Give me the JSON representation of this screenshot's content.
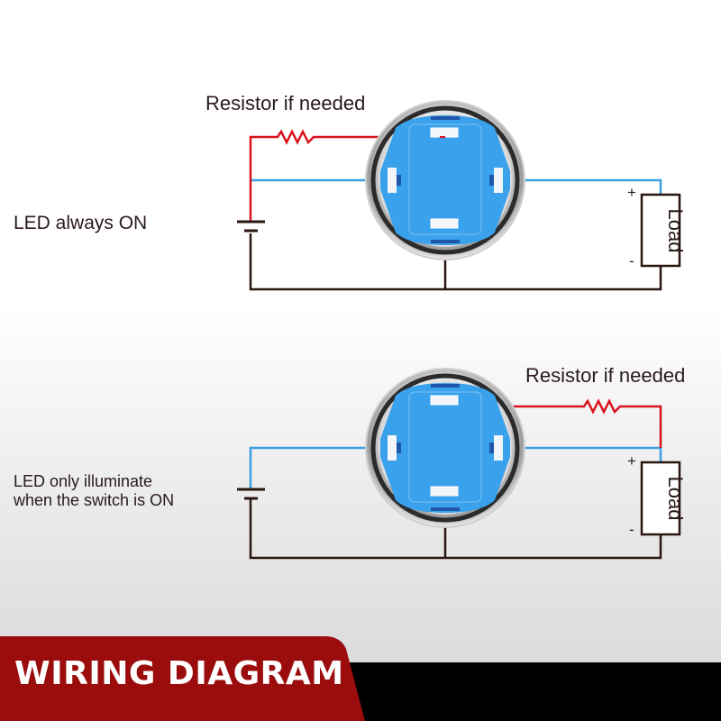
{
  "colors": {
    "led_wire": "#d9121b",
    "switch_wire": "#3a9fe3",
    "ground_wire": "#2a1510",
    "switch_body": "#3aa2ec",
    "banner_red": "#9b0c0c",
    "banner_black": "#000000"
  },
  "circuits": [
    {
      "mode_label": "LED always ON",
      "resistor_label": "Resistor if needed",
      "load_label": "Load",
      "plus_sign": "+",
      "minus_sign": "-"
    },
    {
      "mode_label_line1": "LED only illuminate",
      "mode_label_line2": "when the switch is ON",
      "resistor_label": "Resistor if needed",
      "load_label": "Load",
      "plus_sign": "+",
      "minus_sign": "-"
    }
  ],
  "banner": {
    "title": "WIRING DIAGRAM"
  }
}
